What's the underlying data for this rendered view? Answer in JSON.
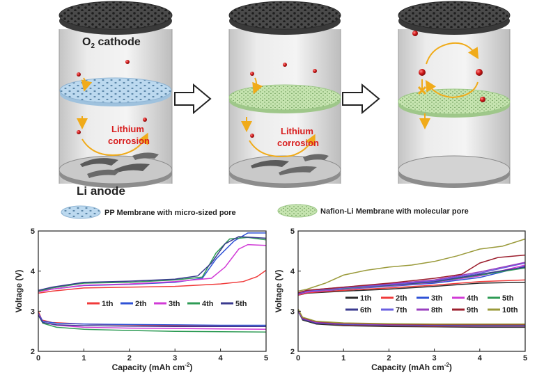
{
  "labels": {
    "cathode_prefix": "O",
    "cathode_sub": "2",
    "cathode_suffix": " cathode",
    "anode": "Li anode",
    "corrosion_line1": "Lithium",
    "corrosion_line2": "corrosion"
  },
  "legend": {
    "pp": "PP Membrane with micro-sized pore",
    "nafion": "Nafion-Li Membrane with molecular pore"
  },
  "colors": {
    "pp_membrane": "#bcd9ef",
    "nafion_membrane": "#c6e4b0",
    "lithium_red": "#cc1f1f",
    "arrow_orange": "#f0ab1a"
  },
  "chart_data": [
    {
      "type": "line",
      "xlabel_prefix": "Capacity (mAh cm",
      "xlabel_sup": "-2",
      "xlabel_suffix": ")",
      "ylabel": "Voltage (V)",
      "xlim": [
        0,
        5
      ],
      "ylim": [
        2,
        5
      ],
      "xticks": [
        "0",
        "1",
        "2",
        "3",
        "4",
        "5"
      ],
      "yticks": [
        "2",
        "3",
        "4",
        "5"
      ],
      "series": [
        {
          "name": "1th",
          "color": "#f03a3a",
          "charge": [
            [
              0,
              3.45
            ],
            [
              0.3,
              3.5
            ],
            [
              1,
              3.58
            ],
            [
              2,
              3.6
            ],
            [
              3,
              3.62
            ],
            [
              4,
              3.68
            ],
            [
              4.5,
              3.74
            ],
            [
              4.8,
              3.86
            ],
            [
              5,
              4.02
            ]
          ],
          "discharge": [
            [
              0,
              3.0
            ],
            [
              0.08,
              2.78
            ],
            [
              0.3,
              2.72
            ],
            [
              1,
              2.68
            ],
            [
              2,
              2.66
            ],
            [
              3,
              2.64
            ],
            [
              4,
              2.63
            ],
            [
              5,
              2.62
            ]
          ]
        },
        {
          "name": "2th",
          "color": "#2f52d6",
          "charge": [
            [
              0,
              3.5
            ],
            [
              0.3,
              3.55
            ],
            [
              1,
              3.64
            ],
            [
              2,
              3.67
            ],
            [
              3,
              3.72
            ],
            [
              3.6,
              3.82
            ],
            [
              3.9,
              4.3
            ],
            [
              4.3,
              4.75
            ],
            [
              4.6,
              4.95
            ],
            [
              5,
              4.95
            ]
          ],
          "discharge": [
            [
              0,
              2.95
            ],
            [
              0.1,
              2.75
            ],
            [
              0.4,
              2.7
            ],
            [
              1,
              2.68
            ],
            [
              2,
              2.67
            ],
            [
              3,
              2.66
            ],
            [
              4,
              2.65
            ],
            [
              5,
              2.65
            ]
          ]
        },
        {
          "name": "3th",
          "color": "#d13ad6",
          "charge": [
            [
              0,
              3.48
            ],
            [
              0.3,
              3.55
            ],
            [
              1,
              3.65
            ],
            [
              2,
              3.68
            ],
            [
              3,
              3.74
            ],
            [
              3.8,
              3.82
            ],
            [
              4.1,
              4.1
            ],
            [
              4.4,
              4.55
            ],
            [
              4.6,
              4.66
            ],
            [
              5,
              4.64
            ]
          ],
          "discharge": [
            [
              0,
              2.92
            ],
            [
              0.1,
              2.72
            ],
            [
              0.4,
              2.65
            ],
            [
              1,
              2.6
            ],
            [
              2,
              2.58
            ],
            [
              3,
              2.57
            ],
            [
              4,
              2.56
            ],
            [
              5,
              2.55
            ]
          ]
        },
        {
          "name": "4th",
          "color": "#2e9b55",
          "charge": [
            [
              0,
              3.5
            ],
            [
              0.3,
              3.58
            ],
            [
              1,
              3.7
            ],
            [
              2,
              3.72
            ],
            [
              3,
              3.78
            ],
            [
              3.6,
              3.85
            ],
            [
              3.9,
              4.45
            ],
            [
              4.2,
              4.8
            ],
            [
              4.6,
              4.84
            ],
            [
              5,
              4.78
            ]
          ],
          "discharge": [
            [
              0,
              2.9
            ],
            [
              0.1,
              2.7
            ],
            [
              0.4,
              2.6
            ],
            [
              1,
              2.55
            ],
            [
              2,
              2.52
            ],
            [
              3,
              2.5
            ],
            [
              4,
              2.49
            ],
            [
              5,
              2.48
            ]
          ]
        },
        {
          "name": "5th",
          "color": "#3a3a8f",
          "charge": [
            [
              0,
              3.52
            ],
            [
              0.3,
              3.6
            ],
            [
              1,
              3.72
            ],
            [
              2,
              3.75
            ],
            [
              3,
              3.8
            ],
            [
              3.5,
              3.88
            ],
            [
              3.8,
              4.2
            ],
            [
              4.1,
              4.68
            ],
            [
              4.4,
              4.86
            ],
            [
              5,
              4.82
            ]
          ],
          "discharge": [
            [
              0,
              2.9
            ],
            [
              0.1,
              2.72
            ],
            [
              0.4,
              2.66
            ],
            [
              1,
              2.64
            ],
            [
              2,
              2.63
            ],
            [
              3,
              2.62
            ],
            [
              4,
              2.62
            ],
            [
              5,
              2.62
            ]
          ]
        }
      ]
    },
    {
      "type": "line",
      "xlabel_prefix": "Capacity (mAh cm",
      "xlabel_sup": "-2",
      "xlabel_suffix": ")",
      "ylabel": "Voltage (V)",
      "xlim": [
        0,
        5
      ],
      "ylim": [
        2,
        5
      ],
      "xticks": [
        "0",
        "1",
        "2",
        "3",
        "4",
        "5"
      ],
      "yticks": [
        "2",
        "3",
        "4",
        "5"
      ],
      "series": [
        {
          "name": "1th",
          "color": "#2a2a2a",
          "charge": [
            [
              0,
              3.4
            ],
            [
              0.2,
              3.45
            ],
            [
              1,
              3.5
            ],
            [
              2,
              3.55
            ],
            [
              3,
              3.62
            ],
            [
              4,
              3.7
            ],
            [
              5,
              3.72
            ]
          ],
          "discharge": [
            [
              0,
              3.0
            ],
            [
              0.1,
              2.78
            ],
            [
              0.4,
              2.68
            ],
            [
              1,
              2.64
            ],
            [
              2,
              2.62
            ],
            [
              3,
              2.61
            ],
            [
              4,
              2.6
            ],
            [
              5,
              2.6
            ]
          ]
        },
        {
          "name": "2th",
          "color": "#f03a3a",
          "charge": [
            [
              0,
              3.4
            ],
            [
              0.2,
              3.46
            ],
            [
              1,
              3.52
            ],
            [
              2,
              3.58
            ],
            [
              3,
              3.65
            ],
            [
              4,
              3.74
            ],
            [
              5,
              3.78
            ]
          ],
          "discharge": [
            [
              0,
              3.0
            ],
            [
              0.1,
              2.8
            ],
            [
              0.4,
              2.7
            ],
            [
              1,
              2.66
            ],
            [
              2,
              2.64
            ],
            [
              3,
              2.63
            ],
            [
              4,
              2.62
            ],
            [
              5,
              2.62
            ]
          ]
        },
        {
          "name": "3th",
          "color": "#2f52d6",
          "charge": [
            [
              0,
              3.42
            ],
            [
              0.2,
              3.48
            ],
            [
              1,
              3.55
            ],
            [
              2,
              3.62
            ],
            [
              3,
              3.7
            ],
            [
              4,
              3.84
            ],
            [
              5,
              4.12
            ]
          ],
          "discharge": [
            [
              0,
              3.0
            ],
            [
              0.1,
              2.8
            ],
            [
              0.4,
              2.7
            ],
            [
              1,
              2.67
            ],
            [
              2,
              2.65
            ],
            [
              3,
              2.64
            ],
            [
              4,
              2.63
            ],
            [
              5,
              2.63
            ]
          ]
        },
        {
          "name": "4th",
          "color": "#d13ad6",
          "charge": [
            [
              0,
              3.42
            ],
            [
              0.2,
              3.48
            ],
            [
              1,
              3.56
            ],
            [
              2,
              3.63
            ],
            [
              3,
              3.72
            ],
            [
              4,
              3.88
            ],
            [
              5,
              4.15
            ]
          ],
          "discharge": [
            [
              0,
              3.02
            ],
            [
              0.1,
              2.82
            ],
            [
              0.4,
              2.72
            ],
            [
              1,
              2.68
            ],
            [
              2,
              2.66
            ],
            [
              3,
              2.65
            ],
            [
              4,
              2.64
            ],
            [
              5,
              2.64
            ]
          ]
        },
        {
          "name": "5th",
          "color": "#2e9b55",
          "charge": [
            [
              0,
              3.44
            ],
            [
              0.2,
              3.5
            ],
            [
              1,
              3.57
            ],
            [
              2,
              3.64
            ],
            [
              3,
              3.73
            ],
            [
              4,
              3.9
            ],
            [
              5,
              4.08
            ]
          ],
          "discharge": [
            [
              0,
              3.02
            ],
            [
              0.1,
              2.82
            ],
            [
              0.4,
              2.72
            ],
            [
              1,
              2.68
            ],
            [
              2,
              2.66
            ],
            [
              3,
              2.65
            ],
            [
              4,
              2.64
            ],
            [
              5,
              2.64
            ]
          ]
        },
        {
          "name": "6th",
          "color": "#3a3a8f",
          "charge": [
            [
              0,
              3.44
            ],
            [
              0.2,
              3.5
            ],
            [
              1,
              3.58
            ],
            [
              2,
              3.65
            ],
            [
              3,
              3.74
            ],
            [
              4,
              3.92
            ],
            [
              5,
              4.1
            ]
          ],
          "discharge": [
            [
              0,
              3.02
            ],
            [
              0.1,
              2.8
            ],
            [
              0.4,
              2.7
            ],
            [
              1,
              2.67
            ],
            [
              2,
              2.66
            ],
            [
              3,
              2.65
            ],
            [
              4,
              2.65
            ],
            [
              5,
              2.65
            ]
          ]
        },
        {
          "name": "7th",
          "color": "#6a5fe0",
          "charge": [
            [
              0,
              3.45
            ],
            [
              0.2,
              3.5
            ],
            [
              1,
              3.58
            ],
            [
              2,
              3.66
            ],
            [
              3,
              3.76
            ],
            [
              4,
              3.95
            ],
            [
              5,
              4.2
            ]
          ],
          "discharge": [
            [
              0,
              3.02
            ],
            [
              0.1,
              2.82
            ],
            [
              0.4,
              2.72
            ],
            [
              1,
              2.68
            ],
            [
              2,
              2.67
            ],
            [
              3,
              2.66
            ],
            [
              4,
              2.66
            ],
            [
              5,
              2.66
            ]
          ]
        },
        {
          "name": "8th",
          "color": "#9a3fbf",
          "charge": [
            [
              0,
              3.46
            ],
            [
              0.2,
              3.52
            ],
            [
              1,
              3.6
            ],
            [
              2,
              3.68
            ],
            [
              3,
              3.78
            ],
            [
              4,
              3.98
            ],
            [
              5,
              4.22
            ]
          ],
          "discharge": [
            [
              0,
              3.02
            ],
            [
              0.1,
              2.82
            ],
            [
              0.4,
              2.72
            ],
            [
              1,
              2.69
            ],
            [
              2,
              2.67
            ],
            [
              3,
              2.66
            ],
            [
              4,
              2.66
            ],
            [
              5,
              2.66
            ]
          ]
        },
        {
          "name": "9th",
          "color": "#9c1f2e",
          "charge": [
            [
              0,
              3.46
            ],
            [
              0.2,
              3.52
            ],
            [
              1,
              3.6
            ],
            [
              2,
              3.7
            ],
            [
              3,
              3.82
            ],
            [
              3.6,
              3.92
            ],
            [
              4,
              4.2
            ],
            [
              4.4,
              4.34
            ],
            [
              5,
              4.4
            ]
          ],
          "discharge": [
            [
              0,
              3.05
            ],
            [
              0.1,
              2.84
            ],
            [
              0.4,
              2.74
            ],
            [
              1,
              2.7
            ],
            [
              2,
              2.68
            ],
            [
              3,
              2.67
            ],
            [
              4,
              2.67
            ],
            [
              5,
              2.67
            ]
          ]
        },
        {
          "name": "10th",
          "color": "#9a9a3a",
          "charge": [
            [
              0,
              3.5
            ],
            [
              0.2,
              3.55
            ],
            [
              0.6,
              3.7
            ],
            [
              1,
              3.9
            ],
            [
              1.5,
              4.02
            ],
            [
              2,
              4.1
            ],
            [
              2.5,
              4.15
            ],
            [
              3,
              4.24
            ],
            [
              3.5,
              4.38
            ],
            [
              4,
              4.55
            ],
            [
              4.5,
              4.62
            ],
            [
              5,
              4.8
            ]
          ],
          "discharge": [
            [
              0,
              3.05
            ],
            [
              0.1,
              2.85
            ],
            [
              0.4,
              2.75
            ],
            [
              1,
              2.71
            ],
            [
              2,
              2.69
            ],
            [
              3,
              2.68
            ],
            [
              4,
              2.68
            ],
            [
              5,
              2.68
            ]
          ]
        }
      ]
    }
  ]
}
